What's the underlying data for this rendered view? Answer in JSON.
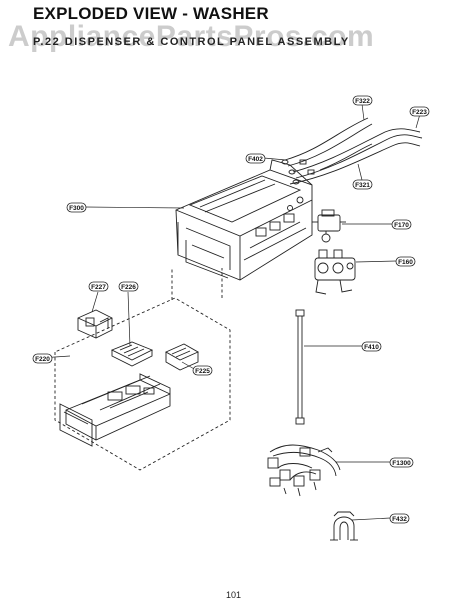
{
  "header": {
    "title": "EXPLODED VIEW - WASHER",
    "subtitle": "P.22 DISPENSER & CONTROL PANEL ASSEMBLY"
  },
  "watermark": "AppliancePartsPros.com",
  "page_number": "101",
  "parts": {
    "F322": "F322",
    "F223": "F223",
    "F402": "F402",
    "F321": "F321",
    "F300": "F300",
    "F170": "F170",
    "F160": "F160",
    "F227": "F227",
    "F226": "F226",
    "F220": "F220",
    "F225": "F225",
    "F410": "F410",
    "F1300": "F1300",
    "F432": "F432"
  }
}
